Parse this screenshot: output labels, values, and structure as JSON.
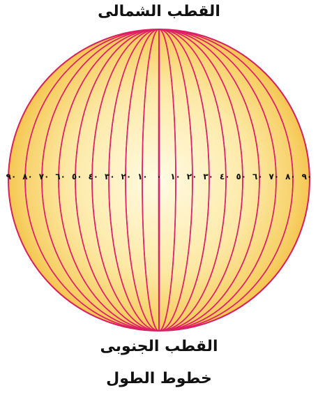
{
  "labels": {
    "north_pole": "القطب الشمالى",
    "south_pole": "القطب الجنوبى",
    "caption": "خطوط الطول"
  },
  "equator_numbers": [
    "٩٠",
    "٨٠",
    "٧٠",
    "٦٠",
    "٥٠",
    "٤٠",
    "٣٠",
    "٢٠",
    "١٠",
    "٠",
    "١٠",
    "٢٠",
    "٣٠",
    "٤٠",
    "٥٠",
    "٦٠",
    "٧٠",
    "٨٠",
    "٩٠"
  ],
  "colors": {
    "meridian": "#e0206a",
    "globe_outline": "#d8205f",
    "globe_fill_center": "#fffbe0",
    "globe_fill_edge": "#f5c242"
  }
}
